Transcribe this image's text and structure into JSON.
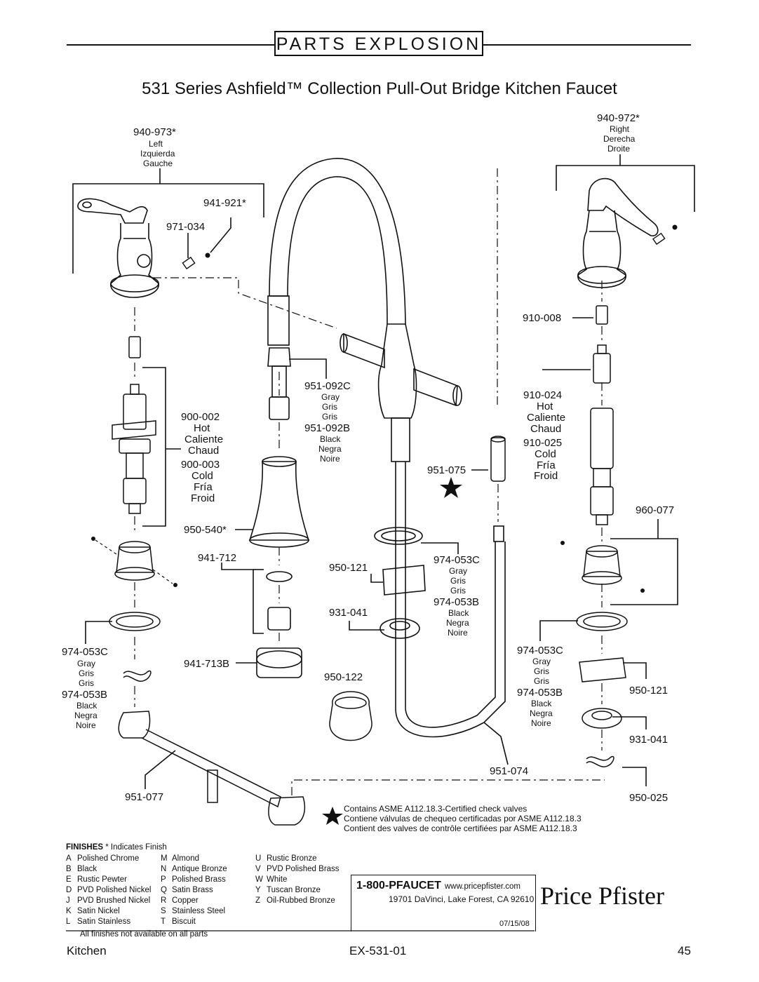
{
  "header": {
    "banner": "PARTS EXPLOSION",
    "subtitle": "531 Series Ashfield™ Collection Pull-Out Bridge Kitchen Faucet"
  },
  "parts": {
    "p940_973": {
      "num": "940-973*",
      "desc": [
        "Left",
        "Izquierda",
        "Gauche"
      ]
    },
    "p940_972": {
      "num": "940-972*",
      "desc": [
        "Right",
        "Derecha",
        "Droite"
      ]
    },
    "p941_921": {
      "num": "941-921*"
    },
    "p971_034": {
      "num": "971-034"
    },
    "p910_008": {
      "num": "910-008"
    },
    "p900_002": {
      "num": "900-002",
      "desc": [
        "Hot",
        "Caliente",
        "Chaud"
      ]
    },
    "p900_003": {
      "num": "900-003",
      "desc": [
        "Cold",
        "Fría",
        "Froid"
      ]
    },
    "p951_092c": {
      "num": "951-092C",
      "desc": [
        "Gray",
        "Gris",
        "Gris"
      ]
    },
    "p951_092b": {
      "num": "951-092B",
      "desc": [
        "Black",
        "Negra",
        "Noire"
      ]
    },
    "p910_024": {
      "num": "910-024",
      "desc": [
        "Hot",
        "Caliente",
        "Chaud"
      ]
    },
    "p910_025": {
      "num": "910-025",
      "desc": [
        "Cold",
        "Fría",
        "Froid"
      ]
    },
    "p951_075": {
      "num": "951-075"
    },
    "p950_540": {
      "num": "950-540*"
    },
    "p960_077": {
      "num": "960-077"
    },
    "p941_712": {
      "num": "941-712"
    },
    "p950_121_center": {
      "num": "950-121"
    },
    "p974_053c_center": {
      "num": "974-053C",
      "desc": [
        "Gray",
        "Gris",
        "Gris"
      ]
    },
    "p974_053b_center": {
      "num": "974-053B",
      "desc": [
        "Black",
        "Negra",
        "Noire"
      ]
    },
    "p931_041_center": {
      "num": "931-041"
    },
    "p974_053c_left": {
      "num": "974-053C",
      "desc": [
        "Gray",
        "Gris",
        "Gris"
      ]
    },
    "p974_053b_left": {
      "num": "974-053B",
      "desc": [
        "Black",
        "Negra",
        "Noire"
      ]
    },
    "p941_713b": {
      "num": "941-713B"
    },
    "p950_122": {
      "num": "950-122"
    },
    "p974_053c_right": {
      "num": "974-053C",
      "desc": [
        "Gray",
        "Gris",
        "Gris"
      ]
    },
    "p974_053b_right": {
      "num": "974-053B",
      "desc": [
        "Black",
        "Negra",
        "Noire"
      ]
    },
    "p950_121_right": {
      "num": "950-121"
    },
    "p931_041_right": {
      "num": "931-041"
    },
    "p951_074": {
      "num": "951-074"
    },
    "p951_077": {
      "num": "951-077"
    },
    "p950_025": {
      "num": "950-025"
    }
  },
  "check_valve_note": [
    "Contains ASME A112.18.3-Certified check valves",
    "Contiene válvulas de chequeo certificadas por ASME A112.18.3",
    "Contient des valves de contrôle certifiées par ASME A112.18.3"
  ],
  "finishes": {
    "title": "FINISHES",
    "title_note": "* Indicates Finish",
    "col1": [
      {
        "code": "A",
        "name": "Polished Chrome"
      },
      {
        "code": "B",
        "name": "Black"
      },
      {
        "code": "E",
        "name": "Rustic Pewter"
      },
      {
        "code": "D",
        "name": "PVD Polished Nickel"
      },
      {
        "code": "J",
        "name": "PVD Brushed Nickel"
      },
      {
        "code": "K",
        "name": "Satin Nickel"
      },
      {
        "code": "L",
        "name": "Satin Stainless"
      }
    ],
    "col2": [
      {
        "code": "M",
        "name": "Almond"
      },
      {
        "code": "N",
        "name": "Antique Bronze"
      },
      {
        "code": "P",
        "name": "Polished Brass"
      },
      {
        "code": "Q",
        "name": "Satin Brass"
      },
      {
        "code": "R",
        "name": "Copper"
      },
      {
        "code": "S",
        "name": "Stainless Steel"
      },
      {
        "code": "T",
        "name": "Biscuit"
      }
    ],
    "col3": [
      {
        "code": "U",
        "name": "Rustic Bronze"
      },
      {
        "code": "V",
        "name": "PVD Polished Brass"
      },
      {
        "code": "W",
        "name": "White"
      },
      {
        "code": "Y",
        "name": "Tuscan Bronze"
      },
      {
        "code": "Z",
        "name": "Oil-Rubbed Bronze"
      }
    ],
    "footnote": "All finishes not available on all parts"
  },
  "contact": {
    "phone": "1-800-PFAUCET",
    "url": "www.pricepfister.com",
    "address": "19701 DaVinci, Lake Forest, CA  92610",
    "date": "07/15/08",
    "brand": "Price Pfister"
  },
  "footer": {
    "left": "Kitchen",
    "center": "EX-531-01",
    "right": "45"
  }
}
